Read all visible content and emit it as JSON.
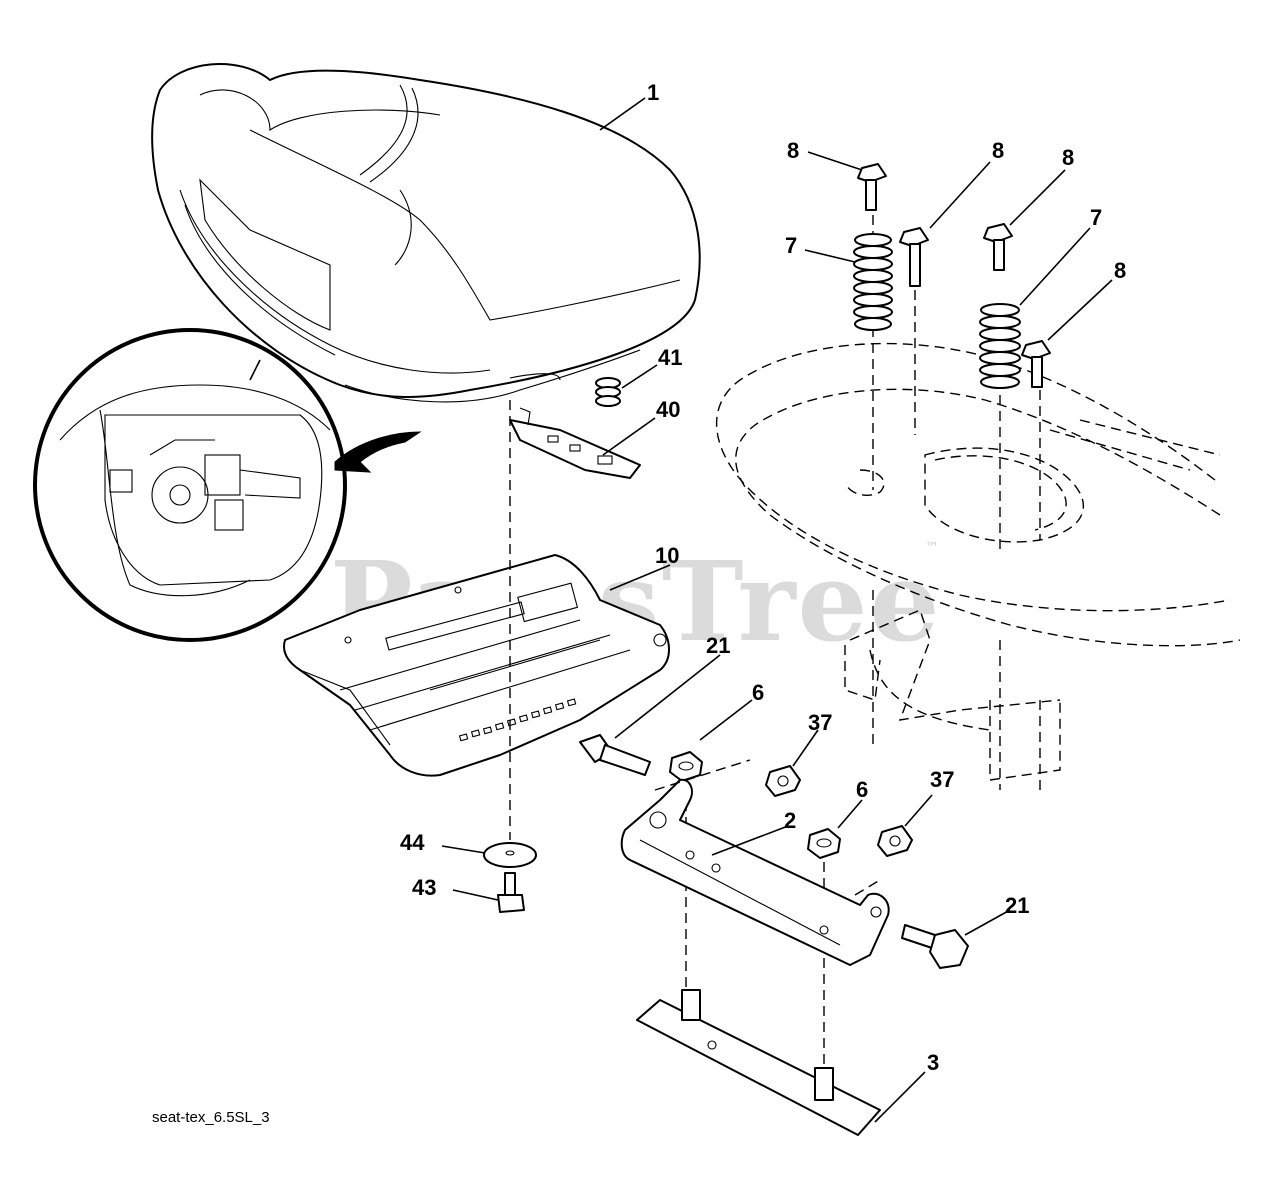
{
  "callouts": {
    "c1": "1",
    "c8a": "8",
    "c8b": "8",
    "c8c": "8",
    "c8d": "8",
    "c7a": "7",
    "c7b": "7",
    "c41": "41",
    "c40": "40",
    "c10": "10",
    "c21a": "21",
    "c21b": "21",
    "c6a": "6",
    "c6b": "6",
    "c37a": "37",
    "c37b": "37",
    "c2": "2",
    "c44": "44",
    "c43": "43",
    "c3": "3"
  },
  "caption": "seat-tex_6.5SL_3",
  "watermark": {
    "text": "PartsTree",
    "trademark": "™"
  },
  "colors": {
    "ink": "#000000",
    "background": "#ffffff",
    "watermark": "#cfcfcf"
  }
}
